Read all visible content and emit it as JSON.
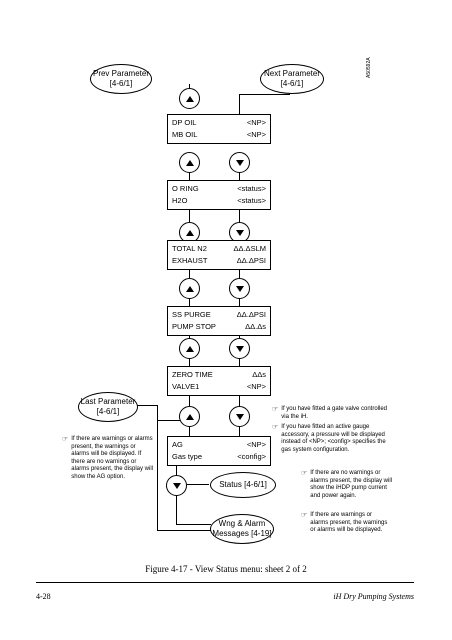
{
  "diagram": {
    "prev_parameter": {
      "line1": "Prev Parameter",
      "line2": "[4-6/1]"
    },
    "next_parameter": {
      "line1": "Next Parameter",
      "line2": "[4-6/1]"
    },
    "last_parameter": {
      "line1": "Last Parameter",
      "line2": "[4-6/1]"
    },
    "status": {
      "label": "Status [4-6/1]"
    },
    "wng_alarm": {
      "line1": "Wng & Alarm",
      "line2": "Messages [4-19]"
    },
    "figure_id": "A50592A",
    "screens": [
      {
        "r1_left": "DP OIL",
        "r1_right": "<NP>",
        "r2_left": "MB OIL",
        "r2_right": "<NP>"
      },
      {
        "r1_left": "O RING",
        "r1_right": "<status>",
        "r2_left": "H2O",
        "r2_right": "<status>"
      },
      {
        "r1_left": "TOTAL N2",
        "r1_right": "ΔΔ.ΔSLM",
        "r2_left": "EXHAUST",
        "r2_right": "ΔΔ.ΔPSI"
      },
      {
        "r1_left": "SS PURGE",
        "r1_right": "ΔΔ.ΔPSI",
        "r2_left": "PUMP STOP",
        "r2_right": "ΔΔ.Δs"
      },
      {
        "r1_left": "ZERO TIME",
        "r1_right": "ΔΔs",
        "r2_left": "VALVE1",
        "r2_right": "<NP>"
      },
      {
        "r1_left": "AG",
        "r1_right": "<NP>",
        "r2_left": "Gas type",
        "r2_right": "<config>"
      }
    ],
    "notes": {
      "left_warnings": "If there are warnings or alarms present, the warnings or alarms will be displayed. If there are no warnings or alarms present, the display will show the AG option.",
      "gate_valve": "If you have fitted a gate valve controlled via the iH.",
      "active_gauge": "If you have fitted an active gauge accessory, a pressure will be displayed instead of <NP>; <config> specifies the gas system configuration.",
      "no_warnings": "If there are no warnings or alarms present, the display will show the iHDP pump current and power again.",
      "warnings_present": "If there are warnings or alarms present, the warnings or alarms will be displayed."
    }
  },
  "caption": "Figure 4-17 - View Status menu: sheet 2 of 2",
  "footer": {
    "page": "4-28",
    "title": "iH Dry Pumping Systems"
  }
}
